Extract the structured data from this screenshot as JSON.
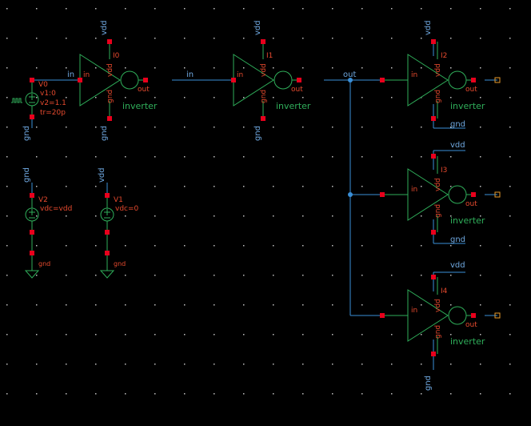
{
  "colors": {
    "background": "#000000",
    "wire": "#3a8fd8",
    "symbol": "#2fae5a",
    "pin": "#e8001c",
    "instance_label": "#e64a2e",
    "net_label": "#6fa8e0",
    "dot": "#c0c0c0"
  },
  "inverters": [
    {
      "cell": "inverter",
      "inst": "I0",
      "in": "in",
      "out": "out",
      "vdd": "vdd",
      "gnd": "gnd"
    },
    {
      "cell": "inverter",
      "inst": "I1",
      "in": "in",
      "out": "out",
      "vdd": "vdd",
      "gnd": "gnd"
    },
    {
      "cell": "inverter",
      "inst": "I2",
      "in": "in",
      "out": "out",
      "vdd": "vdd",
      "gnd": "gnd"
    },
    {
      "cell": "inverter",
      "inst": "I3",
      "in": "in",
      "out": "out",
      "vdd": "vdd",
      "gnd": "gnd"
    },
    {
      "cell": "inverter",
      "inst": "I4",
      "in": "in",
      "out": "out",
      "vdd": "vdd",
      "gnd": "gnd"
    }
  ],
  "sources": {
    "pulse": {
      "name": "V0",
      "params": [
        "v1:0",
        "v2=1.1",
        "tr=20p"
      ]
    },
    "vdd_src": {
      "name": "V2",
      "param": "vdc=vdd",
      "gnd_label": "gnd"
    },
    "gnd_src": {
      "name": "V1",
      "param": "vdc=0",
      "gnd_label": "gnd"
    }
  },
  "nets": {
    "gnd": "gnd",
    "vdd": "vdd",
    "in": "in",
    "out": "out"
  }
}
